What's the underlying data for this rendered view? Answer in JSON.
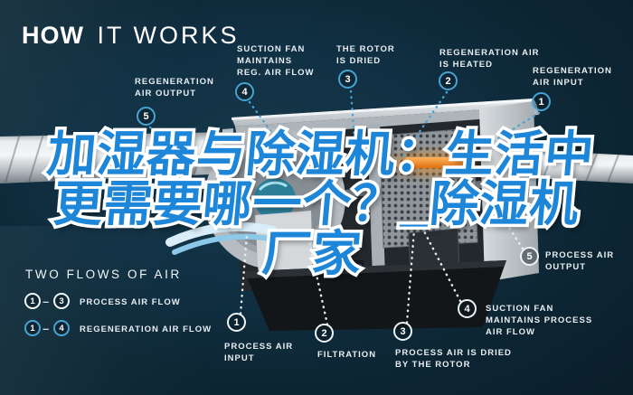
{
  "title": {
    "bold": "HOW",
    "light": "IT WORKS"
  },
  "headline": {
    "line1": "加湿器与除湿机：生活中",
    "line2": "更需要哪一个？_除湿机",
    "line3": "厂家"
  },
  "callouts": [
    {
      "num": "5",
      "label": "REGENERATION\nAIR OUTPUT",
      "flow": "regeneration"
    },
    {
      "num": "4",
      "label": "SUCTION FAN\nMAINTAINS\nREG. AIR FLOW",
      "flow": "regeneration"
    },
    {
      "num": "3",
      "label": "THE ROTOR\nIS DRIED",
      "flow": "regeneration"
    },
    {
      "num": "2",
      "label": "REGENERATION AIR\nIS HEATED",
      "flow": "regeneration"
    },
    {
      "num": "1",
      "label": "REGENERATION\nAIR INPUT",
      "flow": "regeneration"
    },
    {
      "num": "5",
      "label": "PROCESS AIR\nOUTPUT",
      "flow": "process"
    },
    {
      "num": "4",
      "label": "SUCTION FAN\nMAINTAINS PROCESS\nAIR FLOW",
      "flow": "process"
    },
    {
      "num": "3",
      "label": "PROCESS AIR IS DRIED\nBY THE ROTOR",
      "flow": "process"
    },
    {
      "num": "2",
      "label": "FILTRATION",
      "flow": "process"
    },
    {
      "num": "1",
      "label": "PROCESS AIR\nINPUT",
      "flow": "process"
    }
  ],
  "legend": {
    "title": "TWO FLOWS OF AIR",
    "dash": "–",
    "rows": [
      {
        "from": "1",
        "to": "3",
        "label": "PROCESS AIR FLOW",
        "flow": "process"
      },
      {
        "from": "1",
        "to": "4",
        "label": "REGENERATION AIR FLOW",
        "flow": "regeneration"
      }
    ]
  },
  "colors": {
    "background": "#0d2634",
    "regeneration_accent": "#46a4d4",
    "process_accent": "#ffffff",
    "headline_fill": "#1d86d8",
    "headline_stroke": "#ffffff",
    "heater_orange": "#f08a1e",
    "label_text": "#e8eef2"
  }
}
